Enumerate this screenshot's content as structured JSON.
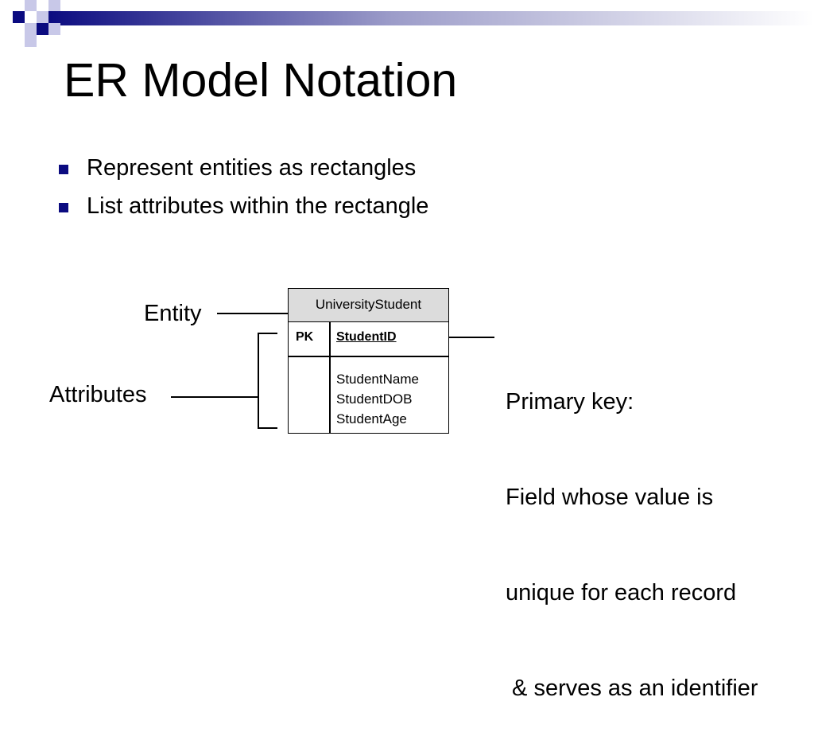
{
  "slide": {
    "title": "ER Model Notation",
    "bullets": [
      "Represent entities as rectangles",
      "List attributes within the rectangle"
    ]
  },
  "diagram": {
    "entity_name": "UniversityStudent",
    "pk_label": "PK",
    "pk_field": "StudentID",
    "attributes": [
      "StudentName",
      "StudentDOB",
      "StudentAge"
    ],
    "labels": {
      "entity": "Entity",
      "attributes": "Attributes",
      "primary_key_lines": [
        "Primary key:",
        "Field whose value is",
        "unique for each record",
        " & serves as an identifier"
      ]
    }
  },
  "colors": {
    "header_dark": "#0b0b80",
    "header_light": "#c8c8e8",
    "entity_header_bg": "#dcdcdc",
    "bullet": "#0b0b80"
  }
}
